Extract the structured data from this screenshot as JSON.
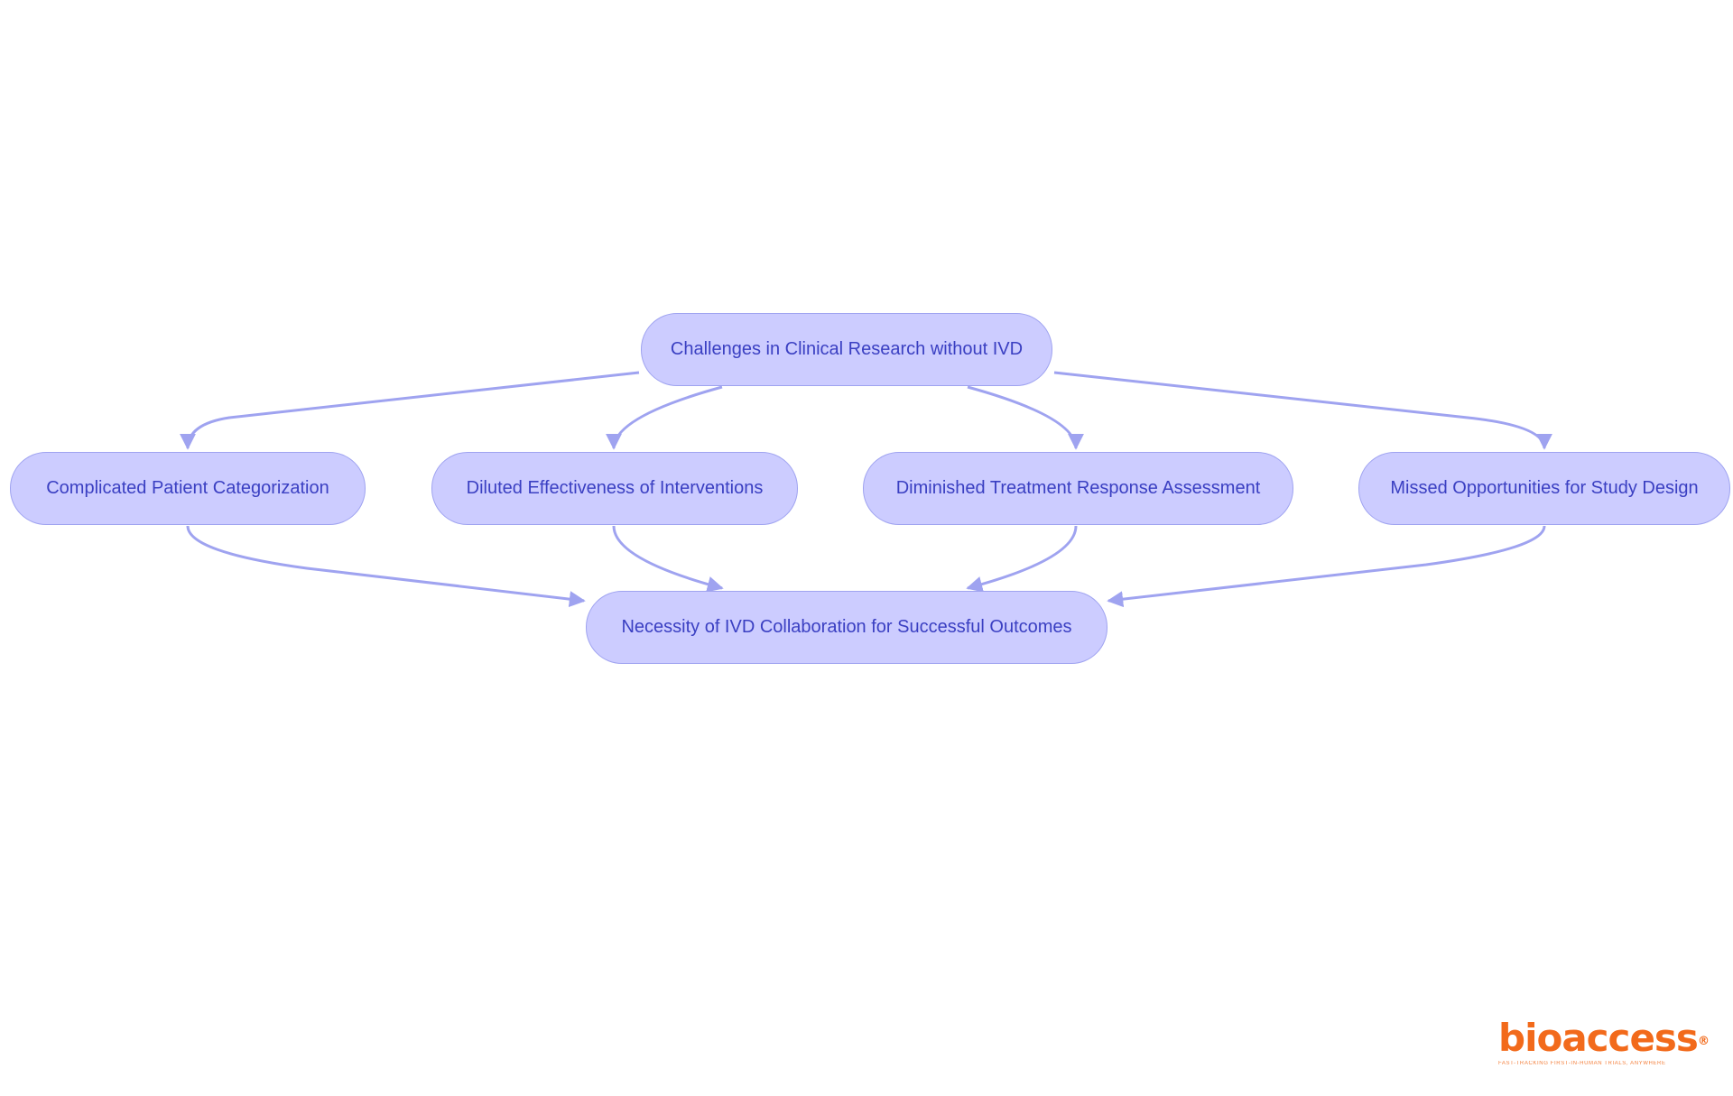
{
  "diagram": {
    "nodes": {
      "root": "Challenges in Clinical Research without IVD",
      "a": "Complicated Patient Categorization",
      "b": "Diluted Effectiveness of Interventions",
      "c": "Diminished Treatment Response Assessment",
      "d": "Missed Opportunities for Study Design",
      "sink": "Necessity of IVD Collaboration for Successful Outcomes"
    },
    "edges": [
      {
        "from": "root",
        "to": "a"
      },
      {
        "from": "root",
        "to": "b"
      },
      {
        "from": "root",
        "to": "c"
      },
      {
        "from": "root",
        "to": "d"
      },
      {
        "from": "a",
        "to": "sink"
      },
      {
        "from": "b",
        "to": "sink"
      },
      {
        "from": "c",
        "to": "sink"
      },
      {
        "from": "d",
        "to": "sink"
      }
    ]
  },
  "logo": {
    "word": "bioaccess",
    "mark": "®",
    "tagline": "FAST-TRACKING FIRST-IN-HUMAN TRIALS, ANYWHERE"
  },
  "colors": {
    "node_fill": "#ccccff",
    "node_border": "#9fa3f0",
    "node_text": "#3a3fc2",
    "edge": "#9fa3f0",
    "logo": "#f26a1b"
  }
}
